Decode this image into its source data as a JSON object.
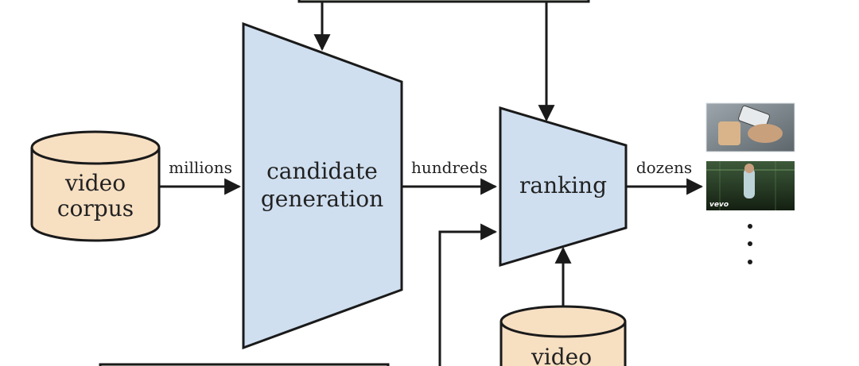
{
  "nodes": {
    "video_corpus": [
      "video",
      "corpus"
    ],
    "candidate_generation": [
      "candidate",
      "generation"
    ],
    "ranking": [
      "ranking"
    ],
    "video_bottom": [
      "video"
    ]
  },
  "edges": {
    "millions": "millions",
    "hundreds": "hundreds",
    "dozens": "dozens"
  },
  "thumbnail": {
    "watermark": "vevo"
  },
  "colors": {
    "funnel_fill": "#cfdff0",
    "cylinder_fill": "#f7dfc2",
    "box_fill": "#e4f1dd",
    "stroke": "#1a1a1a"
  }
}
